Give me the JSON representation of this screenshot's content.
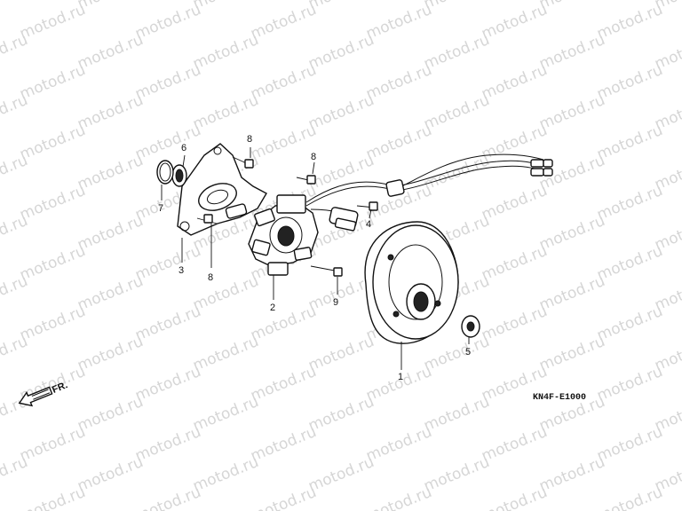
{
  "watermark": {
    "text": "motod.ru"
  },
  "diagram_code": "KN4F-E1000",
  "direction_indicator": {
    "label": "FR."
  },
  "callouts": [
    {
      "id": "flywheel",
      "label": "1"
    },
    {
      "id": "stator",
      "label": "2"
    },
    {
      "id": "base",
      "label": "3"
    },
    {
      "id": "bolt-4",
      "label": "4"
    },
    {
      "id": "nut-5",
      "label": "5"
    },
    {
      "id": "seal-6",
      "label": "6"
    },
    {
      "id": "oring-7",
      "label": "7"
    },
    {
      "id": "bolt-8-top",
      "label": "8"
    },
    {
      "id": "bolt-8-mid",
      "label": "8"
    },
    {
      "id": "bolt-8-low",
      "label": "8"
    },
    {
      "id": "screw-9",
      "label": "9"
    }
  ]
}
